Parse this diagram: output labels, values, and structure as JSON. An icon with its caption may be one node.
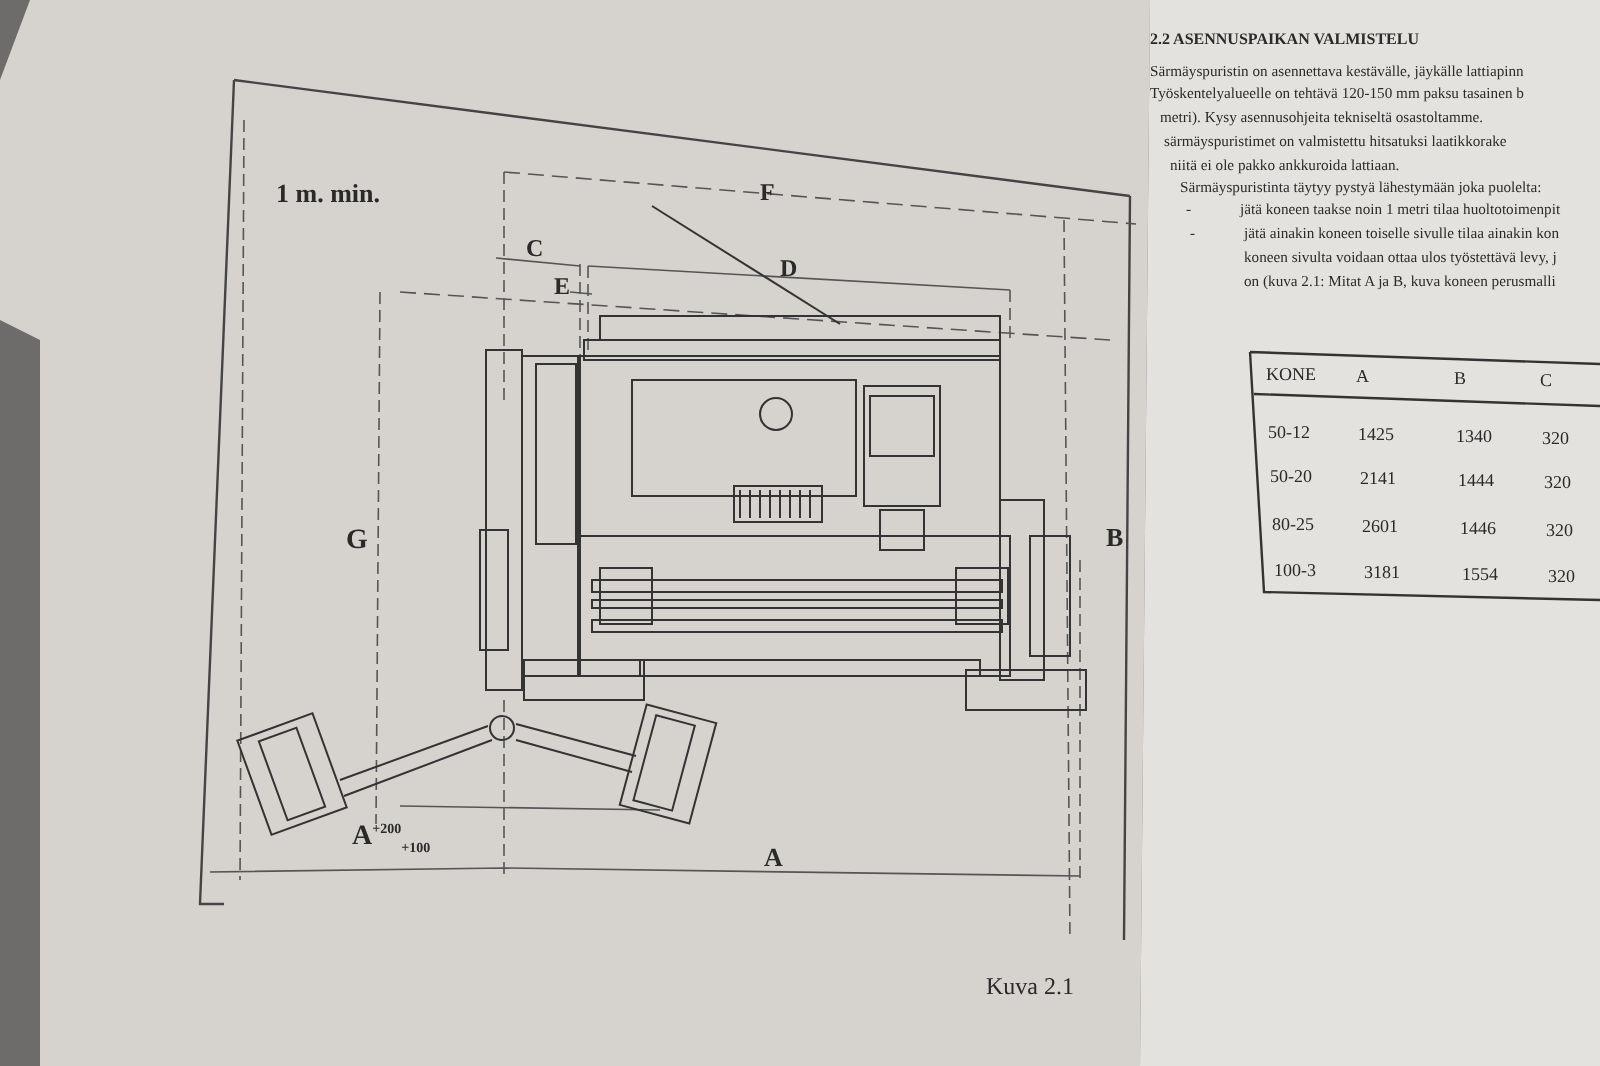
{
  "diagram": {
    "labels": [
      "2.2 ASENNUSPAIKAN VALMISTELU",
      "Särmäyspuristin on asennettava kestävälle, jäykälle lattiapinn",
      "Työskentelyalueelle on tehtävä 120-150 mm paksu tasainen b",
      "metri). Kysy asennusohjeita tekniseltä osastoltamme.",
      "särmäyspuristimet on valmistettu hitsatuksi laatikkorake",
      "niitä ei ole pakko ankkuroida lattiaan.",
      "Särmäyspuristinta täytyy pystyä lähestymään joka puolelta:",
      "-",
      "jätä koneen taakse noin 1 metri tilaa huoltotoimenpit",
      "-",
      "jätä ainakin koneen toiselle sivulle tilaa ainakin kon",
      "koneen sivulta voidaan ottaa ulos työstettävä levy, j",
      "on (kuva 2.1: Mitat A ja B, kuva koneen perusmalli",
      "KONE",
      "A",
      "B",
      "C",
      "50-12",
      "1425",
      "1340",
      "320",
      "50-20",
      "2141",
      "1444",
      "320",
      "80-25",
      "2601",
      "1446",
      "320",
      "100-3",
      "3181",
      "1554",
      "320",
      "1 m. min.",
      "F",
      "C",
      "D",
      "E",
      "G",
      "B",
      "A$^{+200}$$_{+100}$",
      "A",
      "Kuva 2.1"
    ]
  }
}
